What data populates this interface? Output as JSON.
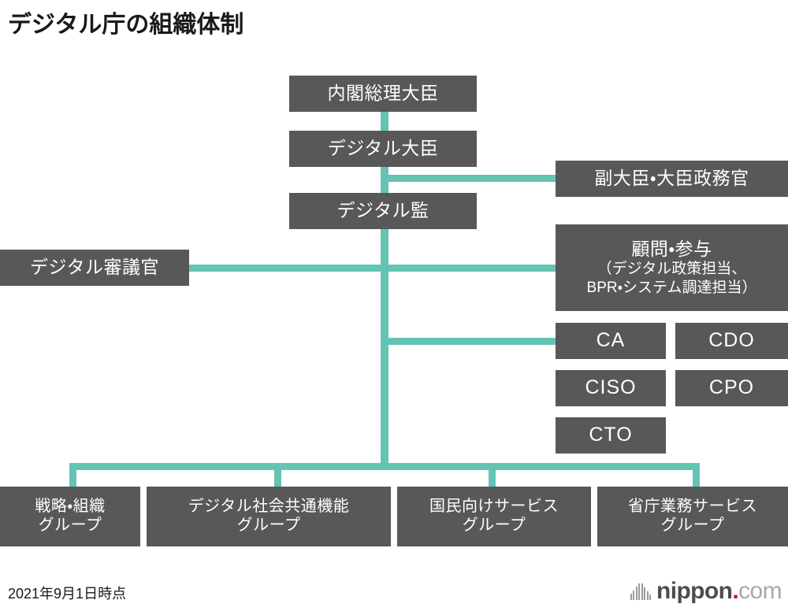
{
  "title": "デジタル庁の組織体制",
  "footer": {
    "date_note": "2021年9月1日時点",
    "logo": {
      "brand": "nippon",
      "dot": ".",
      "tld": "com"
    }
  },
  "colors": {
    "box_fill": "#585858",
    "box_text": "#ffffff",
    "connector": "#64c4b4",
    "background": "#ffffff",
    "title_text": "#1a1a1a",
    "logo_red": "#e0001a"
  },
  "chart_data": {
    "type": "diagram",
    "title": "デジタル庁の組織体制",
    "subtype": "organization-chart",
    "as_of": "2021年9月1日時点",
    "nodes": [
      {
        "id": "pm",
        "label": "内閣総理大臣",
        "level": 1
      },
      {
        "id": "minister",
        "label": "デジタル大臣",
        "level": 2
      },
      {
        "id": "kan",
        "label": "デジタル監",
        "level": 3
      },
      {
        "id": "vice",
        "label": "副大臣・大臣政務官",
        "level": 2,
        "side": "right"
      },
      {
        "id": "advisor",
        "label": "顧問・参与",
        "level": 3,
        "side": "right",
        "sub_lines": [
          "（デジタル政策担当、",
          "BPR・システム調達担当）"
        ]
      },
      {
        "id": "shingikan",
        "label": "デジタル審議官",
        "level": 3,
        "side": "left"
      },
      {
        "id": "ca",
        "label": "CA",
        "level": 4,
        "side": "right"
      },
      {
        "id": "cdo",
        "label": "CDO",
        "level": 4,
        "side": "right"
      },
      {
        "id": "ciso",
        "label": "CISO",
        "level": 4,
        "side": "right"
      },
      {
        "id": "cpo",
        "label": "CPO",
        "level": 4,
        "side": "right"
      },
      {
        "id": "cto",
        "label": "CTO",
        "level": 4,
        "side": "right"
      },
      {
        "id": "g1",
        "label_lines": [
          "戦略・組織",
          "グループ"
        ],
        "level": 5
      },
      {
        "id": "g2",
        "label_lines": [
          "デジタル社会共通機能",
          "グループ"
        ],
        "level": 5
      },
      {
        "id": "g3",
        "label_lines": [
          "国民向けサービス",
          "グループ"
        ],
        "level": 5
      },
      {
        "id": "g4",
        "label_lines": [
          "省庁業務サービス",
          "グループ"
        ],
        "level": 5
      }
    ],
    "edges": [
      {
        "from": "pm",
        "to": "minister"
      },
      {
        "from": "minister",
        "to": "kan"
      },
      {
        "from": "minister",
        "to": "vice"
      },
      {
        "from": "kan",
        "to": "shingikan"
      },
      {
        "from": "kan",
        "to": "advisor"
      },
      {
        "from": "kan",
        "to": "ca"
      },
      {
        "from": "kan",
        "to": "g1"
      },
      {
        "from": "kan",
        "to": "g2"
      },
      {
        "from": "kan",
        "to": "g3"
      },
      {
        "from": "kan",
        "to": "g4"
      }
    ]
  },
  "nodes": {
    "pm": {
      "line1": "内閣総理大臣"
    },
    "minister": {
      "line1": "デジタル大臣"
    },
    "kan": {
      "line1": "デジタル監"
    },
    "vice": {
      "line1": "副大臣・大臣政務官"
    },
    "advisor": {
      "line1": "顧問・参与",
      "sub1": "（デジタル政策担当、",
      "sub2": "BPR・システム調達担当）"
    },
    "shingikan": {
      "line1": "デジタル審議官"
    },
    "ca": {
      "line1": "CA"
    },
    "cdo": {
      "line1": "CDO"
    },
    "ciso": {
      "line1": "CISO"
    },
    "cpo": {
      "line1": "CPO"
    },
    "cto": {
      "line1": "CTO"
    },
    "g1": {
      "line1": "戦略・組織",
      "line2": "グループ"
    },
    "g2": {
      "line1": "デジタル社会共通機能",
      "line2": "グループ"
    },
    "g3": {
      "line1": "国民向けサービス",
      "line2": "グループ"
    },
    "g4": {
      "line1": "省庁業務サービス",
      "line2": "グループ"
    }
  }
}
